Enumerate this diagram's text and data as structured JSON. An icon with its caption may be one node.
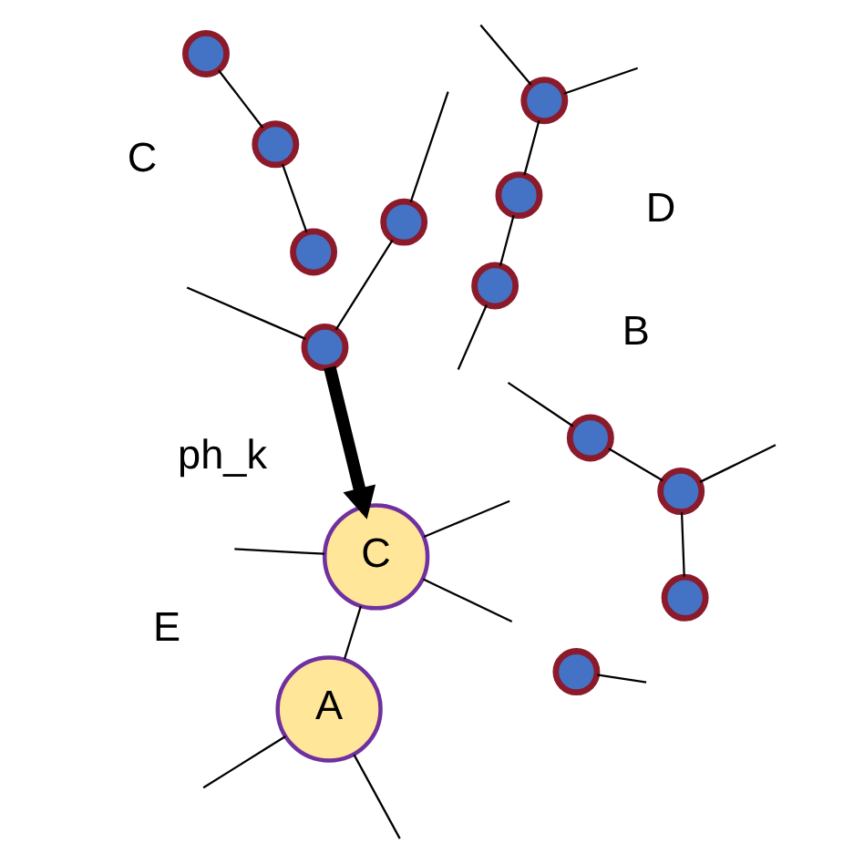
{
  "diagram": {
    "nodes": [
      {
        "text": [],
        "shape": "circle"
      },
      {
        "text": [],
        "shape": "circle"
      },
      {
        "text": [],
        "shape": "circle"
      },
      {
        "text": [],
        "shape": "circle"
      },
      {
        "text": [],
        "shape": "circle"
      },
      {
        "text": [],
        "shape": "circle"
      },
      {
        "text": [],
        "shape": "circle"
      },
      {
        "text": [],
        "shape": "circle"
      },
      {
        "text": [],
        "shape": "circle"
      },
      {
        "text": [],
        "shape": "circle"
      },
      {
        "text": [],
        "shape": "circle"
      },
      {
        "text": [],
        "shape": "circle"
      },
      {
        "text": [
          "A"
        ]
      },
      {
        "text": [
          "C"
        ]
      }
    ],
    "edges": [
      {
        "from": null,
        "to": 0,
        "arrow": "none"
      },
      {
        "from": null,
        "to": 0,
        "arrow": "none"
      },
      {
        "from": 0,
        "to": 3,
        "arrow": "none"
      },
      {
        "from": 1,
        "to": 2,
        "arrow": "none"
      },
      {
        "from": 3,
        "to": 5,
        "arrow": "none"
      },
      {
        "from": 2,
        "to": 6,
        "arrow": "none"
      },
      {
        "from": 4,
        "to": 8,
        "arrow": "none"
      },
      {
        "from": null,
        "to": 7,
        "arrow": "none"
      },
      {
        "from": null,
        "to": 4,
        "arrow": "none"
      },
      {
        "from": null,
        "to": 5,
        "arrow": "none"
      },
      {
        "from": null,
        "to": 8,
        "arrow": "none"
      },
      {
        "from": 8,
        "to": 11,
        "arrow": "none"
      },
      {
        "from": 7,
        "to": 10,
        "arrow": "none"
      },
      {
        "from": null,
        "to": 9,
        "arrow": "none"
      },
      {
        "from": null,
        "to": 10,
        "arrow": "none"
      },
      {
        "from": 12,
        "to": 13,
        "arrow": "none"
      },
      {
        "from": 12,
        "to": null,
        "arrow": "none"
      },
      {
        "from": 12,
        "to": null,
        "arrow": "none"
      },
      {
        "from": 13,
        "to": null,
        "arrow": "none"
      },
      {
        "from": 13,
        "to": null,
        "arrow": "none"
      },
      {
        "from": 13,
        "to": null,
        "arrow": "none"
      },
      {
        "from": 7,
        "to": 13,
        "arrow": "to",
        "style": "thick"
      }
    ],
    "labels": [
      "B",
      "D",
      "E",
      "ph_k",
      "C"
    ]
  }
}
